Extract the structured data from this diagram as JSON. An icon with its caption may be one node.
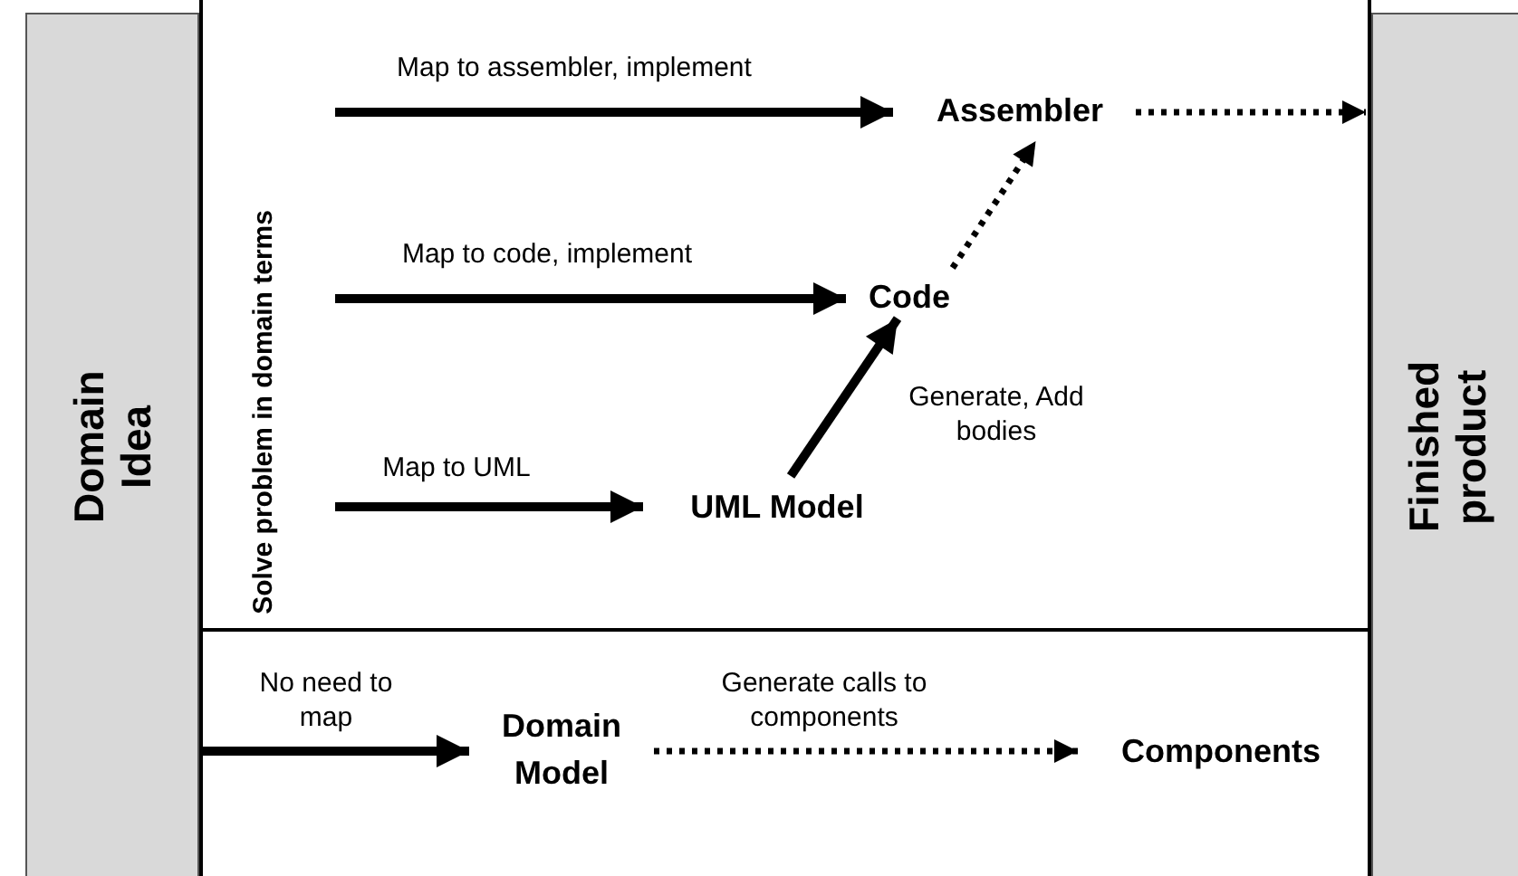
{
  "diagram": {
    "nodes": [
      {
        "text": [
          "Domain Idea"
        ]
      },
      {
        "text": [
          "Finished product"
        ]
      },
      {
        "text": [
          "Solve problem in domain terms"
        ]
      },
      {
        "text": [
          "Assembler"
        ],
        "in": 2
      },
      {
        "text": [
          "Code"
        ],
        "in": 2
      },
      {
        "text": [
          "UML Model"
        ],
        "in": 2
      },
      {
        "text": [],
        "shape": "box"
      },
      {
        "text": [
          "Domain Model"
        ],
        "in": 6
      },
      {
        "text": [
          "Components"
        ],
        "in": 6
      }
    ],
    "edges": [
      {
        "from": null,
        "to": 3,
        "arrow": "to",
        "label": "Map to assembler, implement"
      },
      {
        "from": null,
        "to": 4,
        "arrow": "to",
        "label": "Map to code, implement"
      },
      {
        "from": null,
        "to": 5,
        "arrow": "to",
        "label": "Map to UML"
      },
      {
        "from": 5,
        "to": 4,
        "arrow": "to",
        "label": "Generate, Add bodies"
      },
      {
        "from": 4,
        "to": 3,
        "arrow": "to",
        "style": "dashed"
      },
      {
        "from": 3,
        "to": 1,
        "arrow": "to",
        "style": "dashed"
      },
      {
        "from": 0,
        "to": 7,
        "arrow": "to",
        "label": "No need to map"
      },
      {
        "from": 7,
        "to": 8,
        "arrow": "to",
        "label": "Generate calls to components",
        "style": "dashed"
      }
    ]
  }
}
